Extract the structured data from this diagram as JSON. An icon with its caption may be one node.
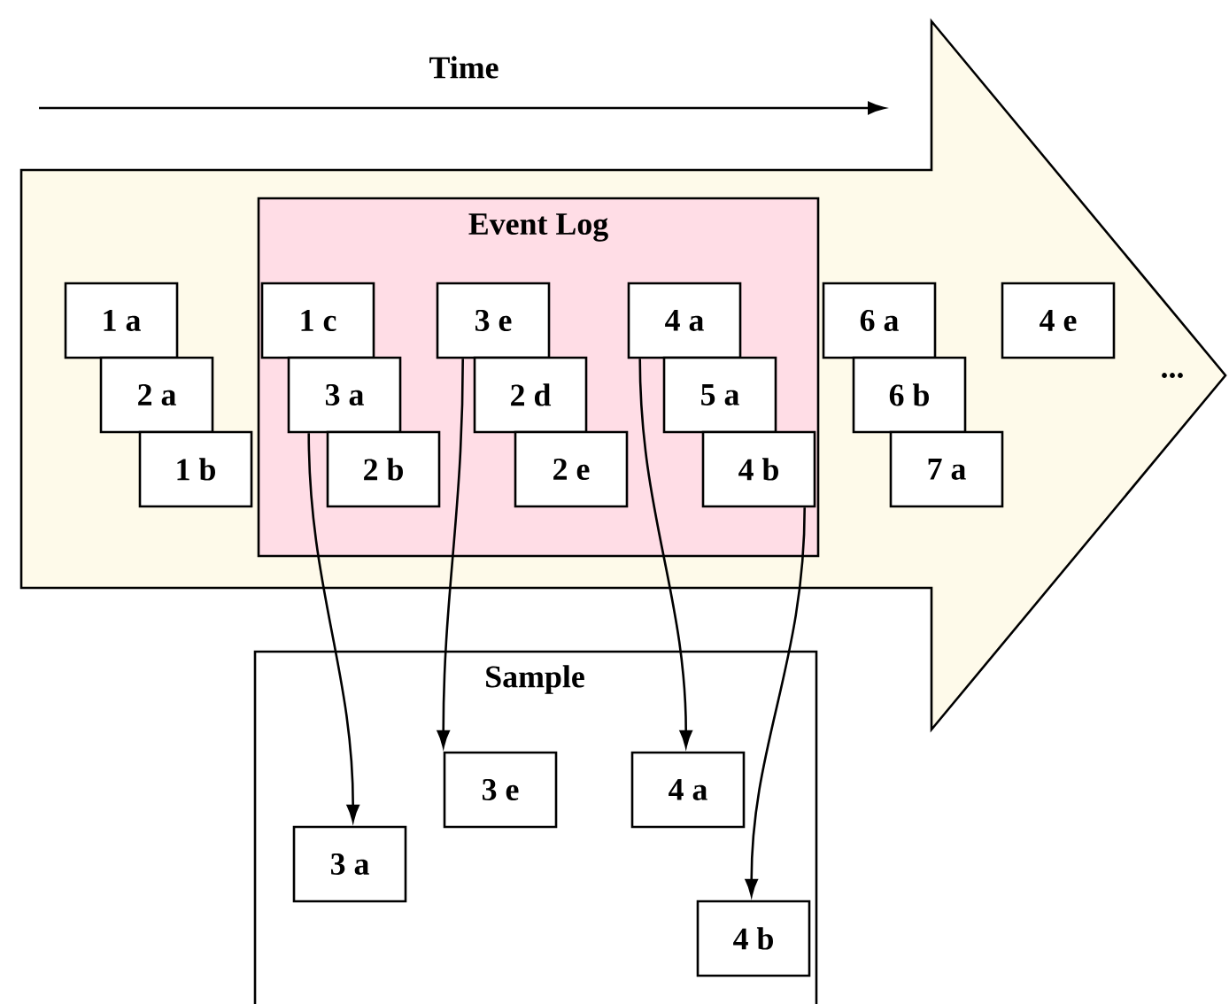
{
  "diagram": {
    "nodes": [
      {
        "text": [],
        "shape": "arrow"
      },
      {
        "text": [
          "Event Log"
        ],
        "in": 0
      },
      {
        "text": [
          "Sample"
        ]
      },
      {
        "text": [
          "1 a"
        ],
        "in": 0
      },
      {
        "text": [
          "2 a"
        ],
        "in": 0
      },
      {
        "text": [
          "1 b"
        ],
        "in": 0
      },
      {
        "text": [
          "1 c"
        ],
        "in": 1
      },
      {
        "text": [
          "3 a"
        ],
        "in": 1
      },
      {
        "text": [
          "2 b"
        ],
        "in": 1
      },
      {
        "text": [
          "3 e"
        ],
        "in": 1
      },
      {
        "text": [
          "2 d"
        ],
        "in": 1
      },
      {
        "text": [
          "2 e"
        ],
        "in": 1
      },
      {
        "text": [
          "4 a"
        ],
        "in": 1
      },
      {
        "text": [
          "5 a"
        ],
        "in": 1
      },
      {
        "text": [
          "4 b"
        ],
        "in": 1
      },
      {
        "text": [
          "6 a"
        ],
        "in": 0
      },
      {
        "text": [
          "6 b"
        ],
        "in": 0
      },
      {
        "text": [
          "7 a"
        ],
        "in": 0
      },
      {
        "text": [
          "4 e"
        ],
        "in": 0
      },
      {
        "text": [
          "3 a"
        ],
        "in": 2
      },
      {
        "text": [
          "3 e"
        ],
        "in": 2
      },
      {
        "text": [
          "4 a"
        ],
        "in": 2
      },
      {
        "text": [
          "4 b"
        ],
        "in": 2
      }
    ],
    "edges": [
      {
        "from": 7,
        "to": 19,
        "arrow": "to"
      },
      {
        "from": 9,
        "to": 20,
        "arrow": "to"
      },
      {
        "from": 12,
        "to": 21,
        "arrow": "to"
      },
      {
        "from": 14,
        "to": 22,
        "arrow": "to"
      }
    ],
    "labels": [
      "Time",
      "..."
    ]
  }
}
